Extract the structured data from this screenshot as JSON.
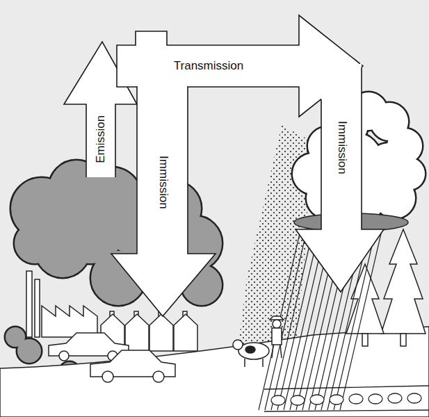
{
  "diagram": {
    "nodes": [
      {
        "text": [
          "Emission"
        ]
      },
      {
        "text": [
          "Transmission"
        ]
      },
      {
        "text": [
          "Immission"
        ]
      },
      {
        "text": [
          "Immission"
        ]
      }
    ]
  }
}
